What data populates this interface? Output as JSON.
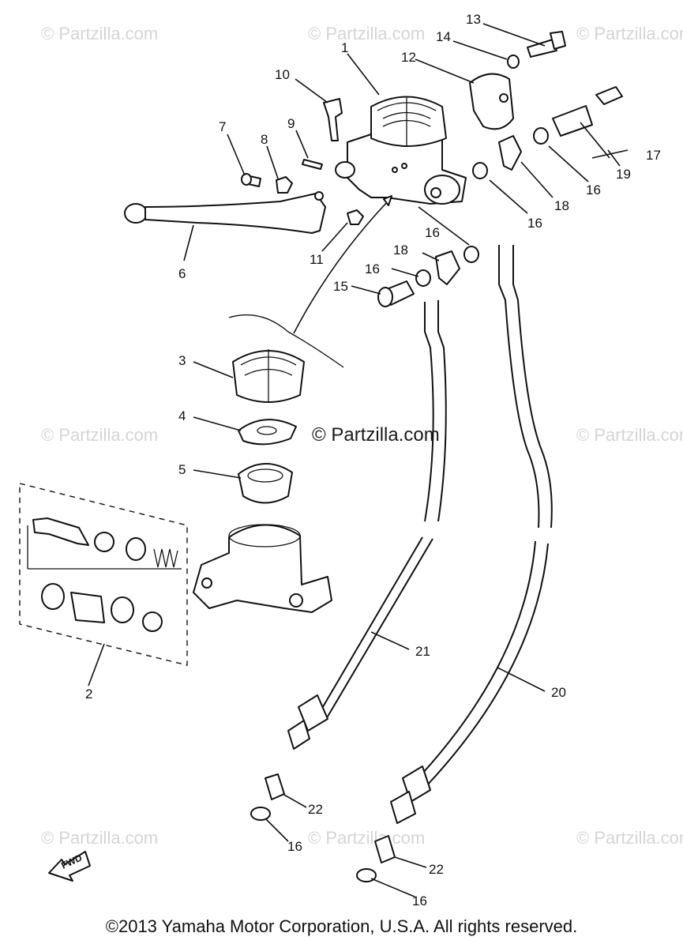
{
  "watermarks": [
    "© Partzilla.com",
    "© Partzilla.com",
    "© Partzilla.com",
    "© Partzilla.com",
    "© Partzilla.com",
    "© Partzilla.com",
    "© Partzilla.com",
    "© Partzilla.com",
    "© Partzilla.com"
  ],
  "center_watermark": "© Partzilla.com",
  "labels": {
    "l1": "1",
    "l2": "2",
    "l3": "3",
    "l4": "4",
    "l5": "5",
    "l6": "6",
    "l7": "7",
    "l8": "8",
    "l9": "9",
    "l10": "10",
    "l11": "11",
    "l12": "12",
    "l13": "13",
    "l14": "14",
    "l15": "15",
    "l16a": "16",
    "l16b": "16",
    "l16c": "16",
    "l16d": "16",
    "l16e": "16",
    "l16f": "16",
    "l17": "17",
    "l18a": "18",
    "l18b": "18",
    "l19": "19",
    "l20": "20",
    "l21": "21",
    "l22a": "22",
    "l22b": "22"
  },
  "fwd_label": "FWD",
  "copyright": "©2013 Yamaha Motor Corporation, U.S.A. All rights reserved."
}
